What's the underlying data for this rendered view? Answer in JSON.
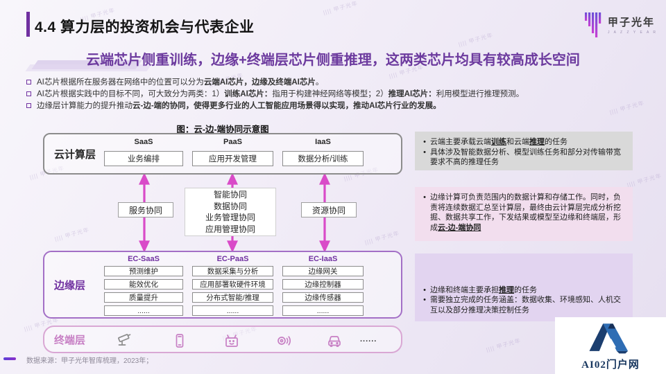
{
  "page": {
    "title": "4.4 算力层的投资机会与代表企业",
    "subtitle": "云端芯片侧重训练，边缘+终端层芯片侧重推理，这两类芯片均具有较高成长空间",
    "watermark": "|||| 甲子光年",
    "source_note": "数据来源：甲子光年智库梳理，2023年；",
    "bullet_char": "•"
  },
  "brand": {
    "name": "甲子光年",
    "sub": "J A Z Z Y E A R"
  },
  "bullets": [
    {
      "segments": [
        {
          "t": "AI芯片根据所在服务器在网络中的位置可以分为"
        },
        {
          "t": "云端AI芯片，边缘及终端AI芯片",
          "b": true
        },
        {
          "t": "。"
        }
      ]
    },
    {
      "segments": [
        {
          "t": "AI芯片根据实践中的目标不同，可大致分为两类：1）"
        },
        {
          "t": "训练AI芯片：",
          "b": true
        },
        {
          "t": "指用于构建神经网络等模型；2）"
        },
        {
          "t": "推理AI芯片：",
          "b": true
        },
        {
          "t": "利用模型进行推理预测。"
        }
      ]
    },
    {
      "segments": [
        {
          "t": "边缘层计算能力的提升推动"
        },
        {
          "t": "云-边-端的协同，使得更多行业的人工智能应用场景得以实现，推动AI芯片行业的发展。",
          "b": true
        }
      ]
    }
  ],
  "diagram": {
    "caption": "图：云-边-端协同示意图",
    "cloud": {
      "label": "云计算层",
      "columns": [
        {
          "header": "SaaS",
          "item": "业务编排"
        },
        {
          "header": "PaaS",
          "item": "应用开发管理"
        },
        {
          "header": "IaaS",
          "item": "数据分析/训练"
        }
      ]
    },
    "sync": {
      "left": "服务协同",
      "middle": [
        "智能协同",
        "数据协同",
        "业务管理协同",
        "应用管理协同"
      ],
      "right": "资源协同"
    },
    "edge": {
      "label": "边缘层",
      "columns": [
        {
          "header": "EC-SaaS",
          "items": [
            "预测维护",
            "能效优化",
            "质量提升",
            "......"
          ]
        },
        {
          "header": "EC-PaaS",
          "items": [
            "数据采集与分析",
            "应用部署软硬件环境",
            "分布式智能/推理",
            "......"
          ]
        },
        {
          "header": "EC-IaaS",
          "items": [
            "边缘网关",
            "边缘控制器",
            "边缘传感器",
            "......"
          ]
        }
      ]
    },
    "terminal": {
      "label": "终端层",
      "icons": [
        "cctv-camera",
        "smartphone",
        "tv",
        "speaker",
        "car"
      ],
      "more": "......"
    }
  },
  "notes": [
    {
      "bullets": [
        [
          {
            "t": "云端主要承载云端"
          },
          {
            "t": "训练",
            "b": true,
            "u": true
          },
          {
            "t": "和云端"
          },
          {
            "t": "推理",
            "b": true,
            "u": true
          },
          {
            "t": "的任务"
          }
        ],
        [
          {
            "t": "具体涉及智能数据分析、模型训练任务和部分对传输带宽要求不高的推理任务"
          }
        ]
      ]
    },
    {
      "bullets": [
        [
          {
            "t": "边缘计算可负责范围内的数据计算和存储工作。同时，负责将连续数据汇总至计算层，最终由云计算层完成分析挖掘、数据共享工作，下发结果或模型至边缘和终端层，形成"
          },
          {
            "t": "云-边-端协同",
            "b": true,
            "u": true
          }
        ]
      ]
    },
    {
      "bullets": [
        [
          {
            "t": "边缘和终端主要承担"
          },
          {
            "t": "推理",
            "b": true,
            "u": true
          },
          {
            "t": "的任务"
          }
        ],
        [
          {
            "t": "需要独立完成的任务涵盖：数据收集、环境感知、人机交互以及部分推理决策控制任务"
          }
        ]
      ]
    }
  ],
  "footer_logo": {
    "text": "AI02门户网"
  },
  "colors": {
    "accent_purple": "#7030A0",
    "subtitle_purple": "#6C3A9E",
    "arrow_magenta": "#D94BC8",
    "edge_border": "#A36FC6",
    "terminal_border": "#D9A7D4",
    "note1_bg": "#D9D9D9",
    "note2_bg": "#F2DEEE",
    "note3_bg": "#E2D4F0"
  }
}
